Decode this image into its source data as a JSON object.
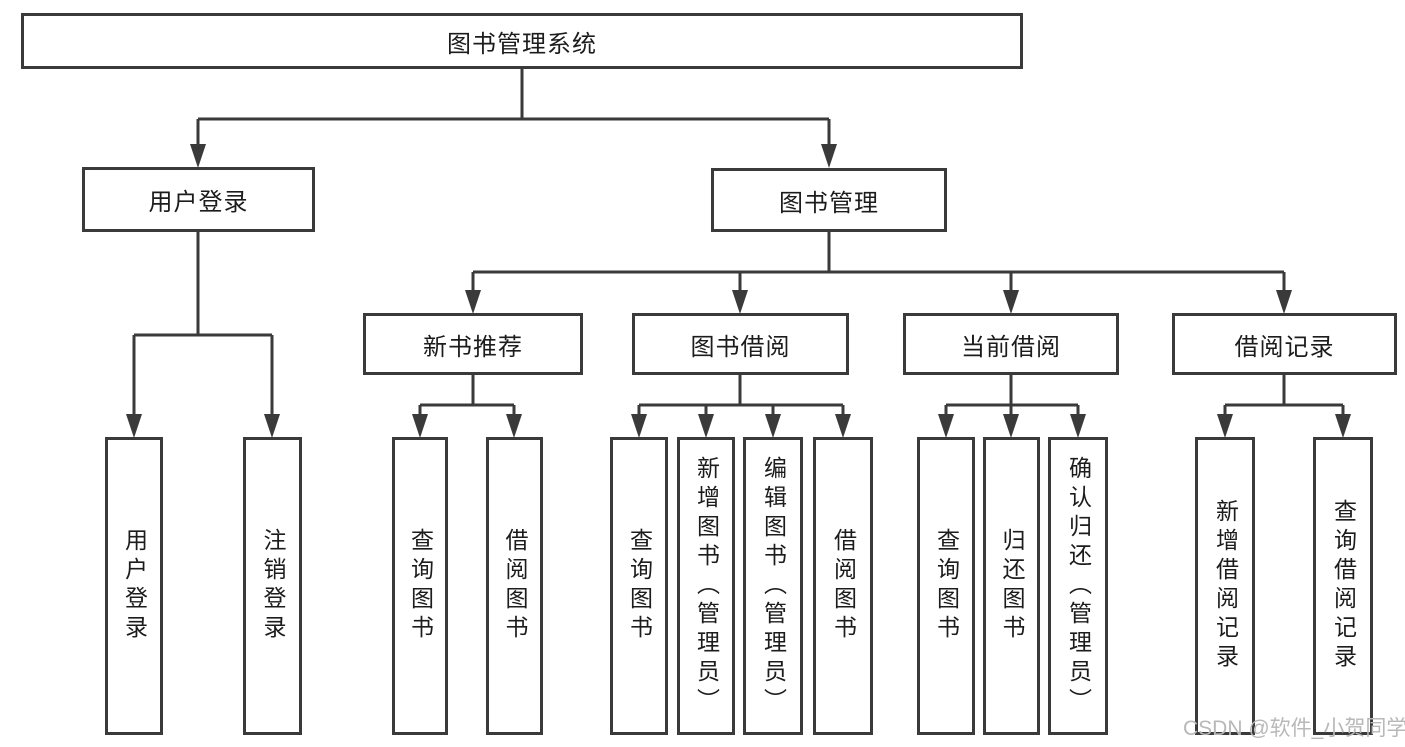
{
  "tree": {
    "label": "图书管理系统",
    "children": [
      {
        "label": "用户登录",
        "children": [
          {
            "label": "用户登录"
          },
          {
            "label": "注销登录"
          }
        ]
      },
      {
        "label": "图书管理",
        "children": [
          {
            "label": "新书推荐",
            "children": [
              {
                "label": "查询图书"
              },
              {
                "label": "借阅图书"
              }
            ]
          },
          {
            "label": "图书借阅",
            "children": [
              {
                "label": "查询图书"
              },
              {
                "label": "新增图书（管理员）"
              },
              {
                "label": "编辑图书（管理员）"
              },
              {
                "label": "借阅图书"
              }
            ]
          },
          {
            "label": "当前借阅",
            "children": [
              {
                "label": "查询图书"
              },
              {
                "label": "归还图书"
              },
              {
                "label": "确认归还（管理员）"
              }
            ]
          },
          {
            "label": "借阅记录",
            "children": [
              {
                "label": "新增借阅记录"
              },
              {
                "label": "查询借阅记录"
              }
            ]
          }
        ]
      }
    ]
  },
  "watermark": "CSDN @软件_小贺同学",
  "colors": {
    "line": "#3a3a3a",
    "text": "#1c1c1c",
    "watermark": "#b8b8b8",
    "background": "#ffffff"
  }
}
